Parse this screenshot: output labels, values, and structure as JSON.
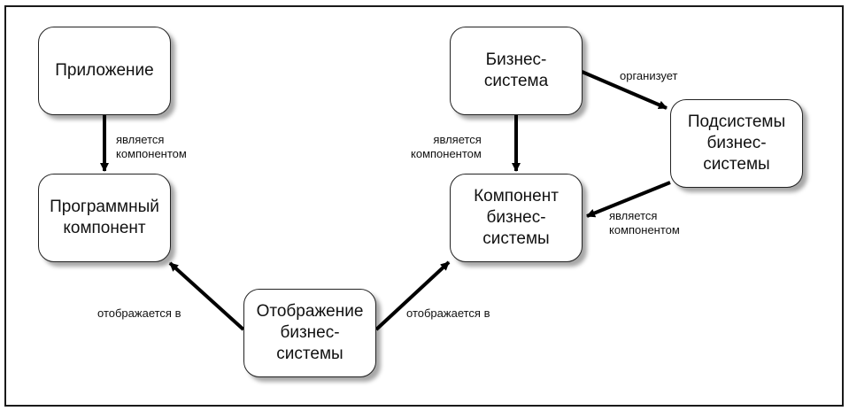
{
  "nodes": {
    "app": "Приложение",
    "software_component": "Программный\nкомпонент",
    "business_system": "Бизнес-\nсистема",
    "subsystems": "Подсистемы\nбизнес-\nсистемы",
    "business_component": "Компонент\nбизнес-\nсистемы",
    "mapping": "Отображение\nбизнес-\nсистемы"
  },
  "edges": {
    "app_to_component": "является\nкомпонентом",
    "bs_to_component": "является\nкомпонентом",
    "bs_to_subsystems": "организует",
    "subsystems_to_component": "является\nкомпонентом",
    "mapping_to_software": "отображается в",
    "mapping_to_business": "отображается в"
  }
}
